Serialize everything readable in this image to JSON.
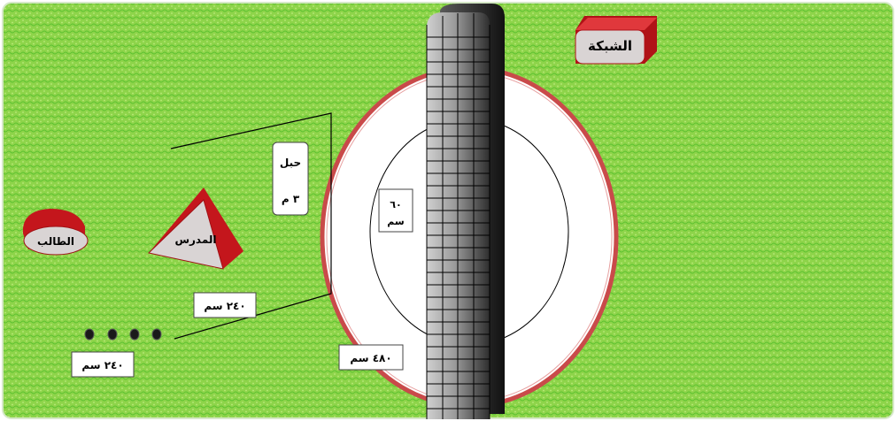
{
  "labels": {
    "net": "الشبكة",
    "teacher": "المدرس",
    "student": "الطالب",
    "rope_word": "حبل",
    "rope_length": "٣ م",
    "inner_circle": "٦٠",
    "inner_circle_unit": "سم",
    "rope_distance": "٢٤٠ سم",
    "markers_distance": "٢٤٠ سم",
    "outer_circle": "٤٨٠ سم"
  },
  "colors": {
    "field": "#8ed44a",
    "field_dots": "#4fb82a",
    "outer_circle_stroke": "#c94a4a",
    "shape_red": "#c4161c",
    "shape_face": "#d9d4d4",
    "net_dark": "#2e2e2e",
    "net_light": "#d8d8d8",
    "marker": "#1a1a1a"
  }
}
